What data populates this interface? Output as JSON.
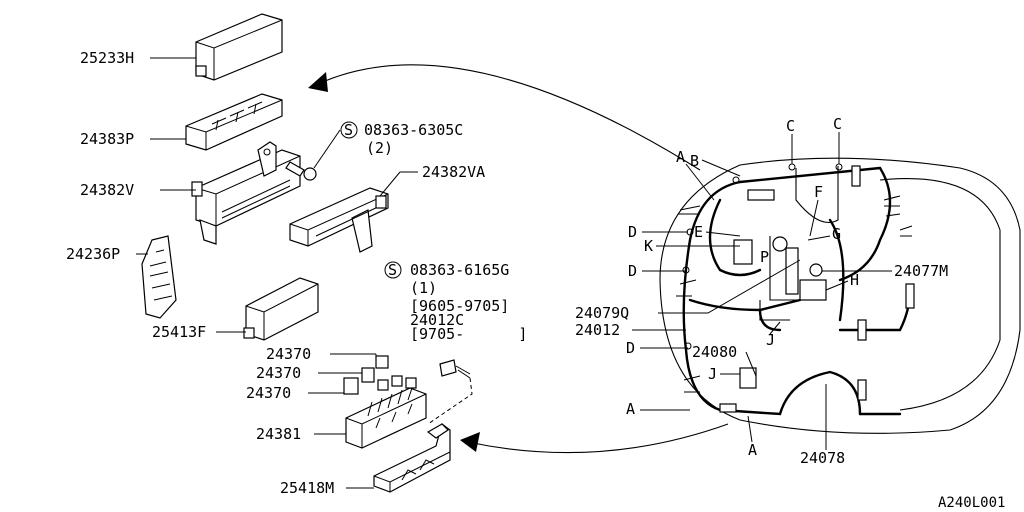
{
  "figure_code": "A240L001",
  "parts": {
    "p25233H": "25233H",
    "p24383P": "24383P",
    "p24382V": "24382V",
    "p24236P": "24236P",
    "p25413F": "25413F",
    "p24370a": "24370",
    "p24370b": "24370",
    "p24370c": "24370",
    "p24381": "24381",
    "p25418M": "25418M",
    "p24382VA": "24382VA",
    "p24077M": "24077M",
    "p24079Q": "24079Q",
    "p24012": "24012",
    "p24080": "24080",
    "p24078": "24078"
  },
  "fasteners": {
    "s1_symbol": "S",
    "s1_code": "08363-6305C",
    "s1_qty": "(2)",
    "s2_symbol": "S",
    "s2_code": "08363-6165G",
    "s2_qty": "(1)",
    "s2_range": "[9605-9705]",
    "s2_part": "24012C",
    "s2_range2": "[9705-      ]"
  },
  "callouts": {
    "A1": "A",
    "B": "B",
    "C1": "C",
    "C2": "C",
    "D1": "D",
    "D2": "D",
    "D3": "D",
    "E": "E",
    "F": "F",
    "G": "G",
    "H": "H",
    "J1": "J",
    "J2": "J",
    "K": "K",
    "P": "P",
    "A2": "A",
    "A3": "A"
  }
}
